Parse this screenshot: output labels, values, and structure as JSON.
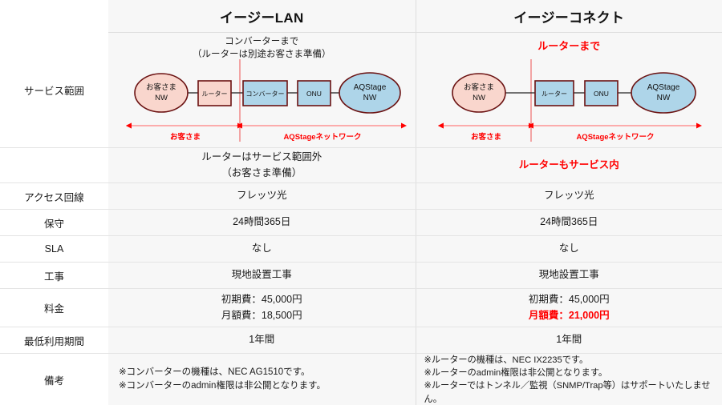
{
  "header": {
    "label_col": "",
    "col_a": "イージーLAN",
    "col_b": "イージーコネクト"
  },
  "colors": {
    "customer_fill": "#f9d6cd",
    "aqstage_fill": "#aed5e9",
    "node_border": "#6b1212",
    "accent_red": "#ff0000",
    "cell_bg": "#f7f7f7",
    "label_bg": "#ffffff",
    "grid": "#e4e4e4"
  },
  "rows": {
    "service_range": {
      "label": "サービス範囲",
      "a": {
        "caption_line1": "コンバーターまで",
        "caption_line2": "（ルーターは別途お客さま準備）",
        "nodes": {
          "customer_nw_line1": "お客さま",
          "customer_nw_line2": "NW",
          "router": "ルーター",
          "converter": "コンバーター",
          "onu": "ONU",
          "aqstage_line1": "AQStage",
          "aqstage_line2": "NW"
        },
        "span_left": "お客さま",
        "span_right": "AQStageネットワーク"
      },
      "b": {
        "caption_line1": "ルーターまで",
        "nodes": {
          "customer_nw_line1": "お客さま",
          "customer_nw_line2": "NW",
          "router": "ルーター",
          "onu": "ONU",
          "aqstage_line1": "AQStage",
          "aqstage_line2": "NW"
        },
        "span_left": "お客さま",
        "span_right": "AQStageネットワーク"
      }
    },
    "range_note": {
      "label": "",
      "a_line1": "ルーターはサービス範囲外",
      "a_line2": "（お客さま準備）",
      "b_line1": "ルーターもサービス内"
    },
    "access_line": {
      "label": "アクセス回線",
      "a": "フレッツ光",
      "b": "フレッツ光"
    },
    "maintenance": {
      "label": "保守",
      "a": "24時間365日",
      "b": "24時間365日"
    },
    "sla": {
      "label": "SLA",
      "a": "なし",
      "b": "なし"
    },
    "construction": {
      "label": "工事",
      "a": "現地設置工事",
      "b": "現地設置工事"
    },
    "price": {
      "label": "料金",
      "a_line1": "初期費：45,000円",
      "a_line2": "月額費：18,500円",
      "b_line1": "初期費：45,000円",
      "b_line2": "月額費：21,000円"
    },
    "min_term": {
      "label": "最低利用期間",
      "a": "1年間",
      "b": "1年間"
    },
    "remarks": {
      "label": "備考",
      "a_line1": "※コンバーターの機種は、NEC AG1510です。",
      "a_line2": "※コンバーターのadmin権限は非公開となります。",
      "b_line1": "※ルーターの機種は、NEC IX2235です。",
      "b_line2": "※ルーターのadmin権限は非公開となります。",
      "b_line3": "※ルーターではトンネル／監視（SNMP/Trap等）はサポートいたしません。"
    }
  }
}
